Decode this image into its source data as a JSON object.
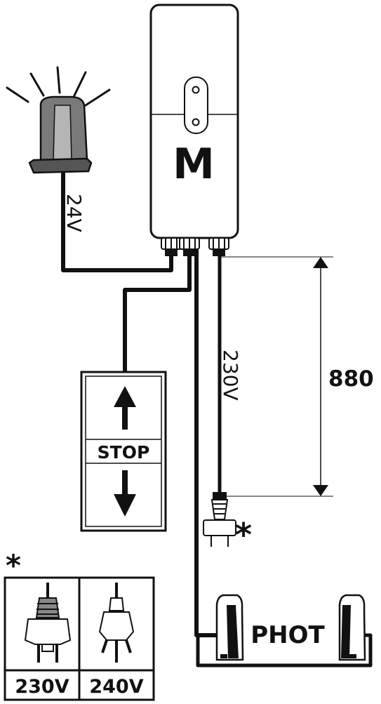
{
  "motor": {
    "label": "M"
  },
  "lamp": {
    "voltage": "24V"
  },
  "mains": {
    "voltage": "230V",
    "note_mark": "*"
  },
  "dimension": {
    "value": "880"
  },
  "control": {
    "stop_label": "STOP"
  },
  "photocells": {
    "label": "PHOT"
  },
  "plugs": {
    "note_mark": "*",
    "left_voltage": "230V",
    "right_voltage": "240V"
  }
}
